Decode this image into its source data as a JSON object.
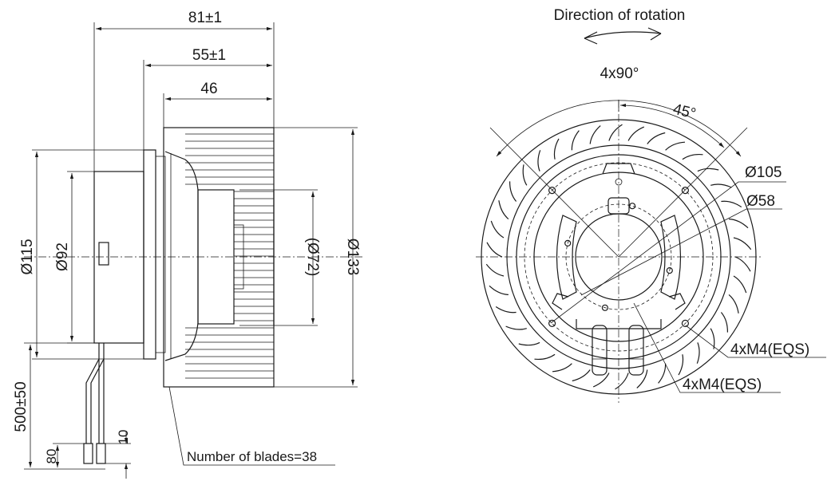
{
  "side_view": {
    "dim_overall_length": "81±1",
    "dim_mid_length": "55±1",
    "dim_rotor_length": "46",
    "dim_flange_dia": "Ø115",
    "dim_motor_dia": "Ø92",
    "dim_inlet_dia": "(Ø72)",
    "dim_rotor_dia": "Ø133",
    "dim_lead_length": "500±50",
    "dim_lead_strip": "80",
    "dim_lead_end": "10",
    "blades_label": "Number of blades=38"
  },
  "front_view": {
    "rotation_label": "Direction of rotation",
    "angle_main": "4x90°",
    "angle_offset": "45°",
    "dia_outer_holes": "Ø105",
    "dia_inner_holes": "Ø58",
    "thread_outer": "4xM4(EQS)",
    "thread_inner": "4xM4(EQS)"
  }
}
